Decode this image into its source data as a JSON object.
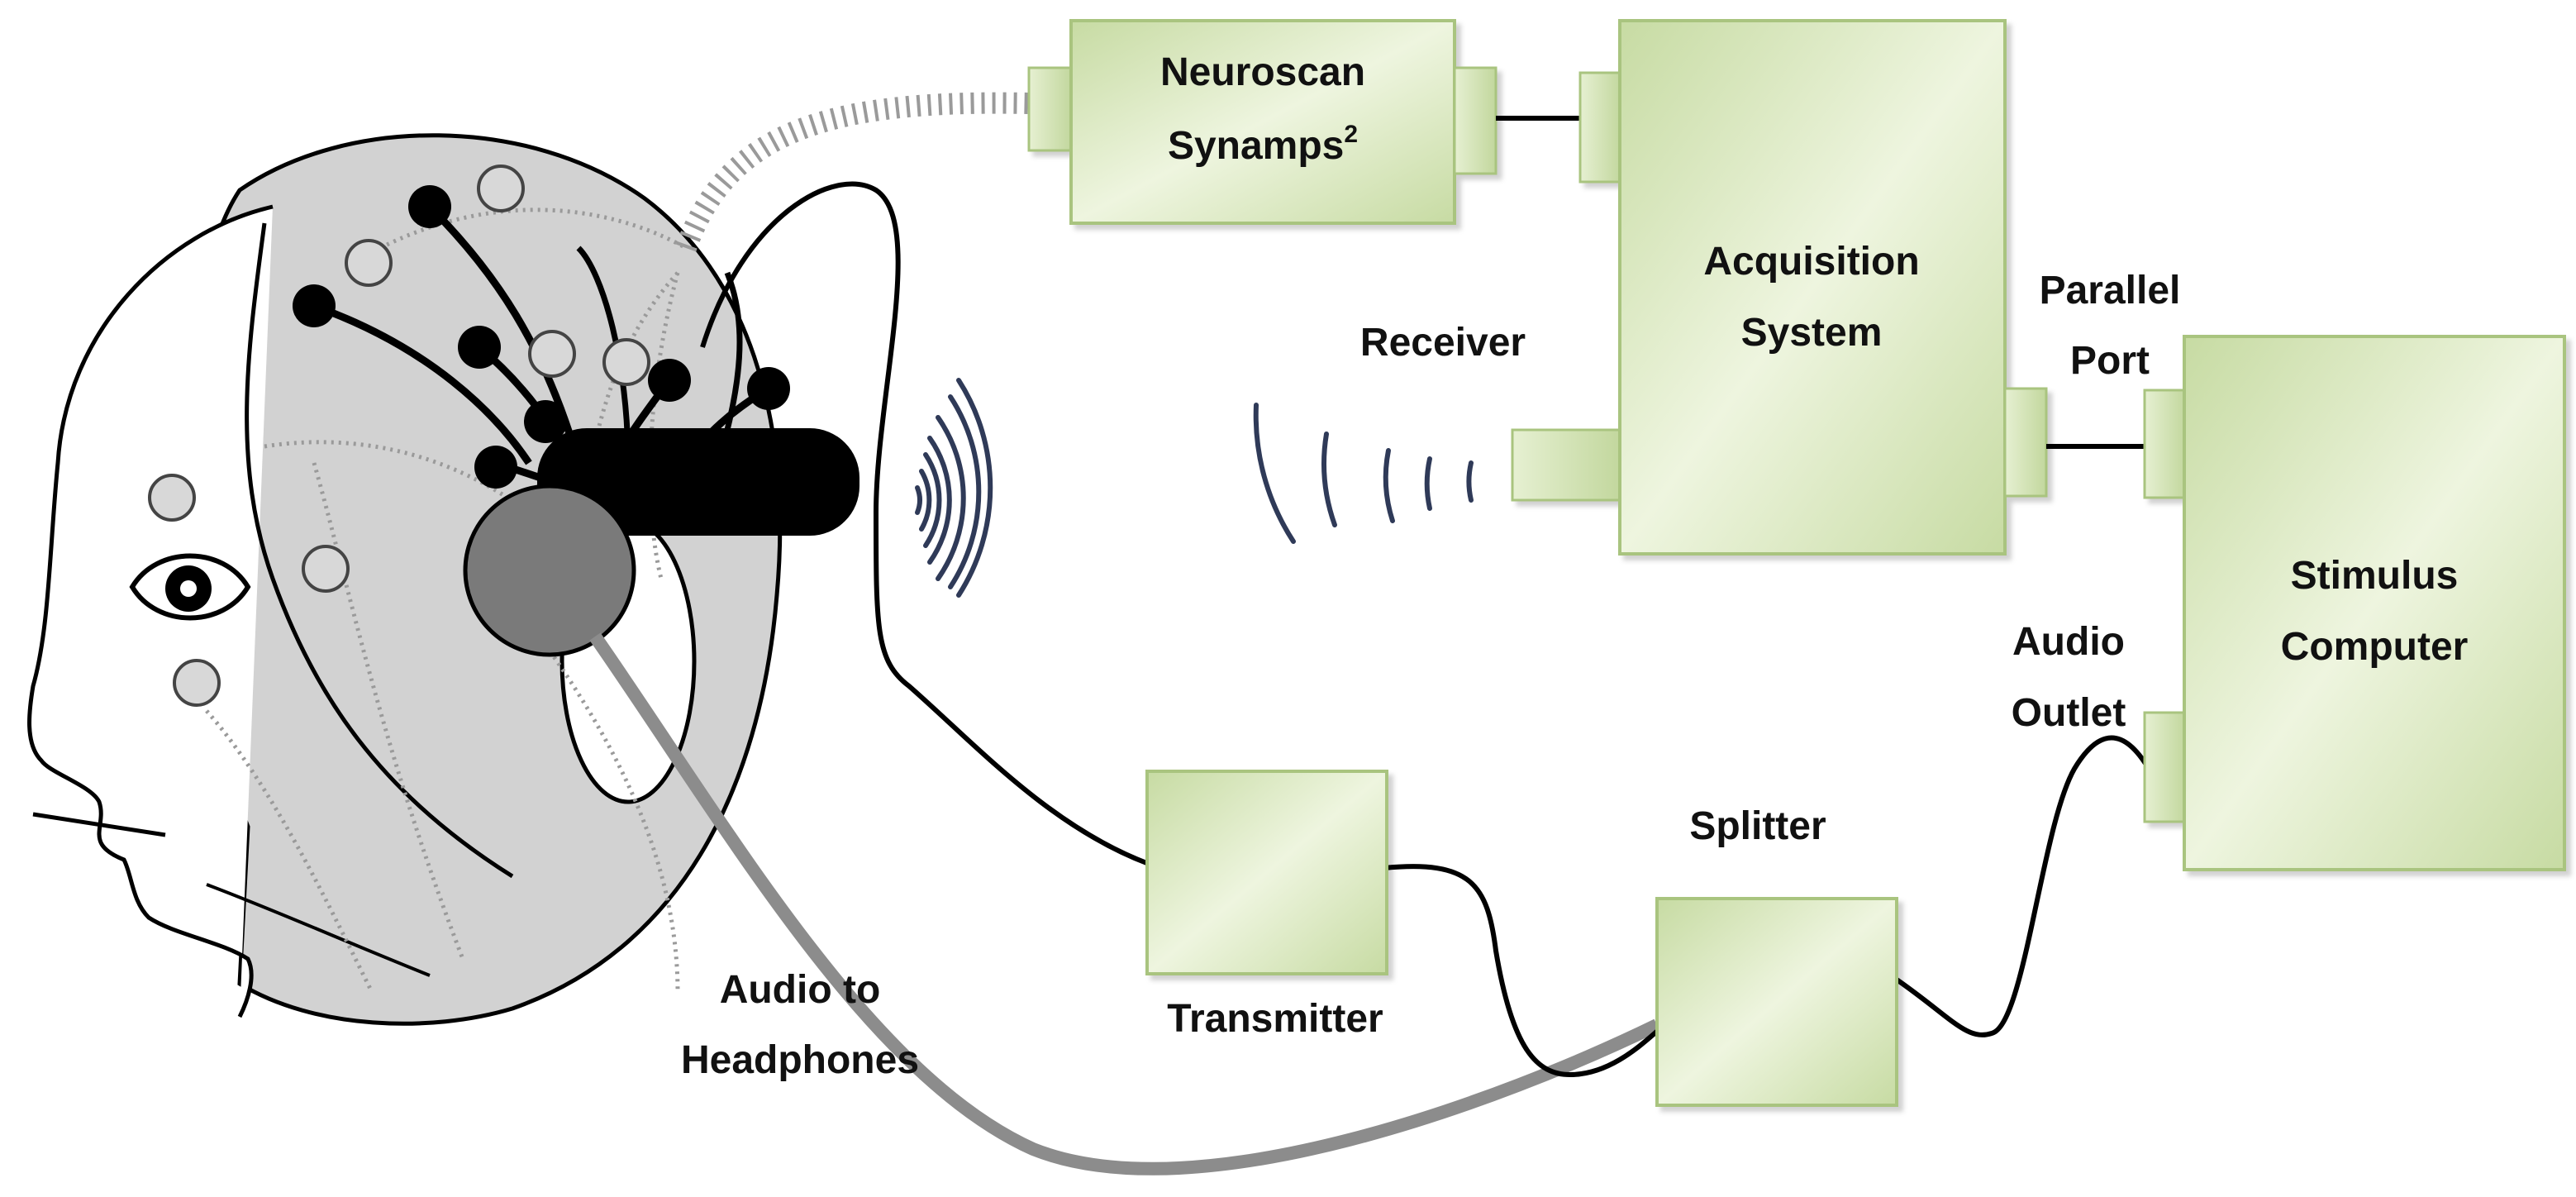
{
  "labels": {
    "neuroscan_line1": "Neuroscan",
    "neuroscan_line2": "Synamps",
    "neuroscan_sup": "2",
    "acquisition_line1": "Acquisition",
    "acquisition_line2": "System",
    "receiver": "Receiver",
    "parallel_line1": "Parallel",
    "parallel_line2": "Port",
    "stimulus_line1": "Stimulus",
    "stimulus_line2": "Computer",
    "audio_outlet_line1": "Audio",
    "audio_outlet_line2": "Outlet",
    "transmitter": "Transmitter",
    "splitter": "Splitter",
    "audio_headphones_line1": "Audio to",
    "audio_headphones_line2": "Headphones"
  },
  "colors": {
    "box_fill_light": "#eef5df",
    "box_fill_dark": "#c8dca6",
    "box_stroke": "#a9c47f",
    "head_fill": "#d2d2d2",
    "electrode_dark": "#000000",
    "electrode_light": "#d0d0d0",
    "headphone_cable": "#8c8c8c",
    "wave": "#2f3a58"
  },
  "icons": {
    "head": "head-with-eeg-cap-icon",
    "wireless_waves": "wireless-signal-icon"
  }
}
